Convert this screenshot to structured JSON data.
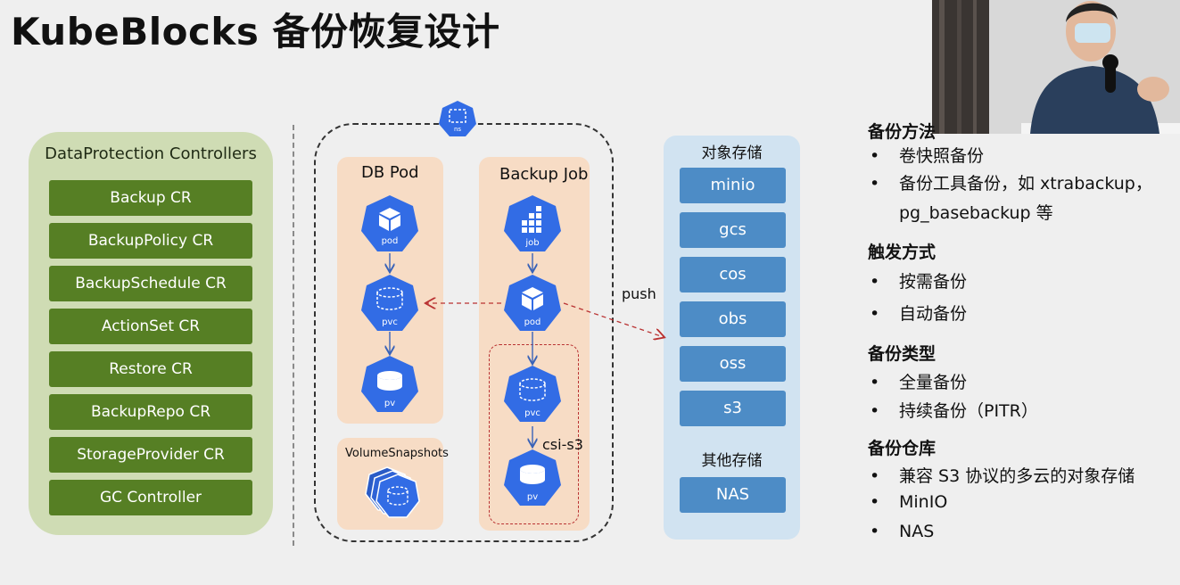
{
  "title": "KubeBlocks 备份恢复设计",
  "controllers": {
    "title": "DataProtection Controllers",
    "items": [
      "Backup CR",
      "BackupPolicy CR",
      "BackupSchedule CR",
      "ActionSet CR",
      "Restore CR",
      "BackupRepo CR",
      "StorageProvider CR",
      "GC Controller"
    ]
  },
  "namespace_icon": "ns",
  "db_pod": {
    "title": "DB Pod",
    "icons": [
      "pod",
      "pvc",
      "pv"
    ]
  },
  "backup_job": {
    "title": "Backup Job",
    "icons": [
      "job",
      "pod",
      "pvc",
      "pv"
    ]
  },
  "volume_snapshots": {
    "title": "VolumeSnapshots"
  },
  "labels": {
    "push": "push",
    "csi": "csi-s3"
  },
  "object_storage": {
    "title": "对象存储",
    "items": [
      "minio",
      "gcs",
      "cos",
      "obs",
      "oss",
      "s3"
    ]
  },
  "other_storage": {
    "title": "其他存储",
    "items": [
      "NAS"
    ]
  },
  "sections": [
    {
      "title": "备份方法",
      "items": [
        "卷快照备份",
        "备份工具备份，如 xtrabackup，",
        "pg_basebackup 等"
      ]
    },
    {
      "title": "触发方式",
      "items": [
        "按需备份",
        "自动备份"
      ]
    },
    {
      "title": "备份类型",
      "items": [
        "全量备份",
        "持续备份（PITR）"
      ]
    },
    {
      "title": "备份仓库",
      "items": [
        "兼容 S3 协议的多云的对象存储",
        "MinIO",
        "NAS"
      ]
    }
  ],
  "colors": {
    "controller_green": "#567f24",
    "panel_green": "#cfdcb4",
    "k8s_blue": "#326ce5",
    "storage_blue": "#4d8cc6",
    "peach": "#f7dcc5",
    "push_arrow": "#b93232"
  }
}
